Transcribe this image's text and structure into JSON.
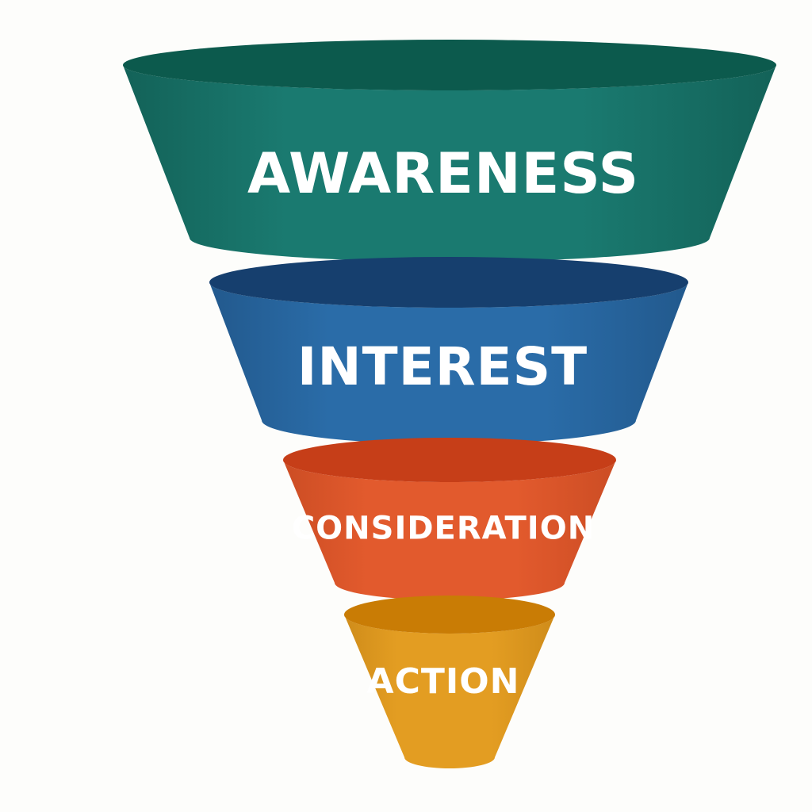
{
  "funnel": {
    "stages": [
      {
        "label": "AWARENESS",
        "side_color": "#1a7a70",
        "side_color_dark": "#136258",
        "top_color": "#0c5a4d"
      },
      {
        "label": "INTEREST",
        "side_color": "#2a6ca8",
        "side_color_dark": "#22598d",
        "top_color": "#163f6e"
      },
      {
        "label": "CONSIDERATION",
        "side_color": "#e25a2d",
        "side_color_dark": "#cc4d24",
        "top_color": "#c63e18"
      },
      {
        "label": "ACTION",
        "side_color": "#e39d22",
        "side_color_dark": "#cf8c1a",
        "top_color": "#c97c05"
      }
    ]
  }
}
